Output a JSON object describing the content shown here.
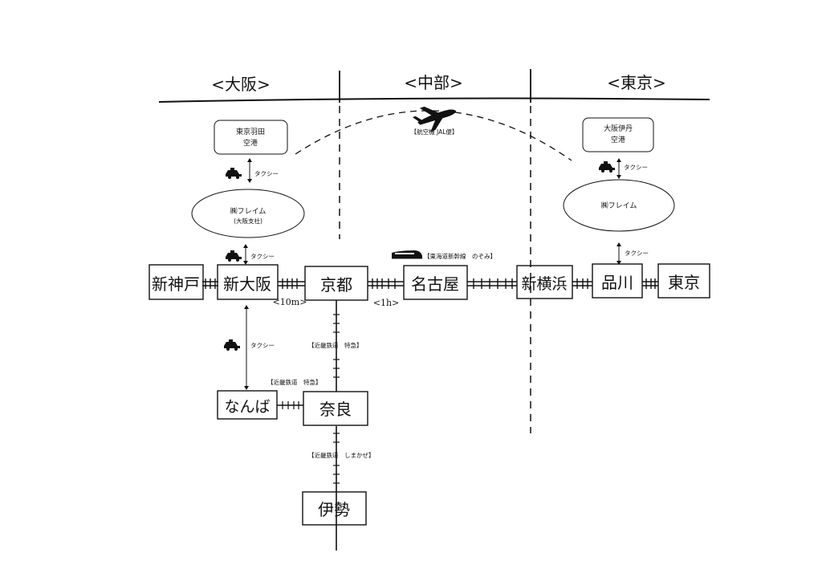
{
  "regions": {
    "osaka": "<大阪>",
    "chubu": "<中部>",
    "tokyo": "<東京>"
  },
  "airports": {
    "haneda": [
      "東京羽田",
      "空港"
    ],
    "itami": [
      "大阪伊丹",
      "空港"
    ]
  },
  "flight_label": "【航空機 JAL便】",
  "offices": {
    "osaka": [
      "㈱フレイム",
      "(大阪支社)"
    ],
    "tokyo": [
      "㈱フレイム"
    ]
  },
  "taxi_label": "タクシー",
  "stations": {
    "shinkobe": "新神戸",
    "shinosaka": "新大阪",
    "kyoto": "京都",
    "nagoya": "名古屋",
    "shinyokohama": "新横浜",
    "shinagawa": "品川",
    "tokyo": "東京",
    "namba": "なんば",
    "nara": "奈良",
    "ise": "伊勢"
  },
  "time_labels": {
    "osaka_kyoto": "<10m>",
    "kyoto_nagoya": "<1h>"
  },
  "rail_labels": {
    "shinkansen": "【東海道新幹線　のぞみ】",
    "kintetsu_express_kyoto_nara": "【近畿鉄道　特急】",
    "kintetsu_express_namba_nara": "【近畿鉄道　特急】",
    "kintetsu_shimakaze": "【近畿鉄道　しまかぜ】"
  },
  "icons": [
    "airplane-icon",
    "taxi-icon",
    "shinkansen-icon"
  ]
}
